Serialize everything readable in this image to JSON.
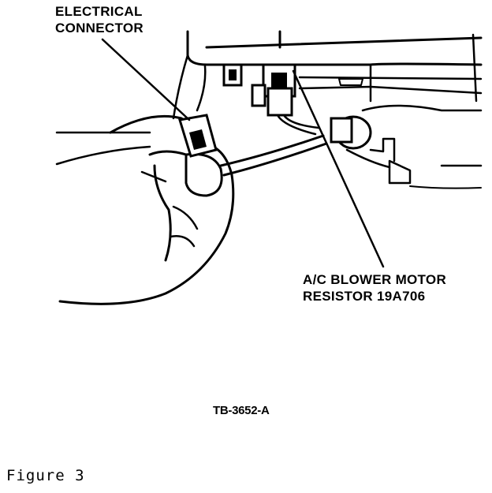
{
  "labels": {
    "connector_line1": "ELECTRICAL",
    "connector_line2": "CONNECTOR",
    "resistor_line1": "A/C BLOWER MOTOR",
    "resistor_line2": "RESISTOR 19A706",
    "drawing_code": "TB-3652-A",
    "figure_caption": "Figure 3"
  },
  "icons": [
    "hand-illustration",
    "connector-illustration",
    "blower-resistor-illustration"
  ]
}
